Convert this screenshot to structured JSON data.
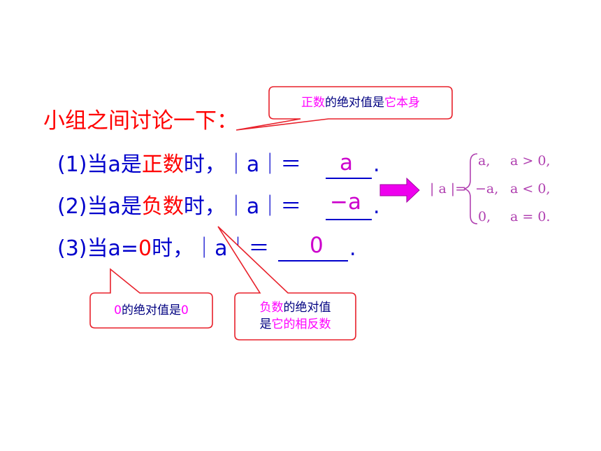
{
  "heading": "小组之间讨论一下：",
  "lines": [
    {
      "num": "(1)",
      "pre": "当a是",
      "red": "正数",
      "post": "时，",
      "abs": "｜a｜＝",
      "period": "."
    },
    {
      "num": "(2)",
      "pre": "当a是",
      "red": "负数",
      "post": "时，",
      "abs": "｜a｜＝",
      "period": "."
    },
    {
      "num": "(3)",
      "pre": "当a=",
      "red": "0",
      "post": "时，",
      "abs": "｜a｜＝",
      "period": "."
    }
  ],
  "answers": [
    "a",
    "−a",
    "0"
  ],
  "callouts": {
    "top": {
      "p1": "正数",
      "p2": "的绝对值是",
      "p3": "它本身"
    },
    "left": {
      "p1": "0",
      "p2": "的绝对值是",
      "p3": "0"
    },
    "right": {
      "l1a": "负数",
      "l1b": "的绝对值",
      "l2a": "是",
      "l2b": "它的相反数"
    }
  },
  "piecewise": {
    "lhs": "| a |=",
    "cases": [
      {
        "value": "a,",
        "cond": "a > 0,"
      },
      {
        "value": "−a,",
        "cond": "a < 0,"
      },
      {
        "value": "0,",
        "cond": "a = 0."
      }
    ]
  },
  "colors": {
    "text_blue": "#0000cc",
    "emphasis_red": "#ff0000",
    "answer_magenta": "#cc00cc",
    "arrow_magenta": "#ee00ee",
    "callout_border": "#e8202a"
  }
}
